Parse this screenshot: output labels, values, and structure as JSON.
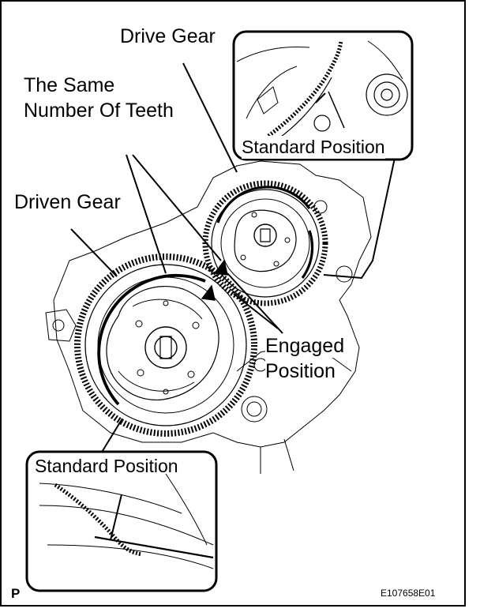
{
  "labels": {
    "drive_gear": "Drive Gear",
    "same_teeth_line1": "The Same",
    "same_teeth_line2": "Number Of Teeth",
    "driven_gear": "Driven Gear",
    "standard_position_top": "Standard Position",
    "engaged_line1": "Engaged",
    "engaged_line2": "Position",
    "standard_position_bottom": "Standard Position"
  },
  "footer": {
    "corner_mark": "P",
    "figure_code": "E107658E01"
  }
}
